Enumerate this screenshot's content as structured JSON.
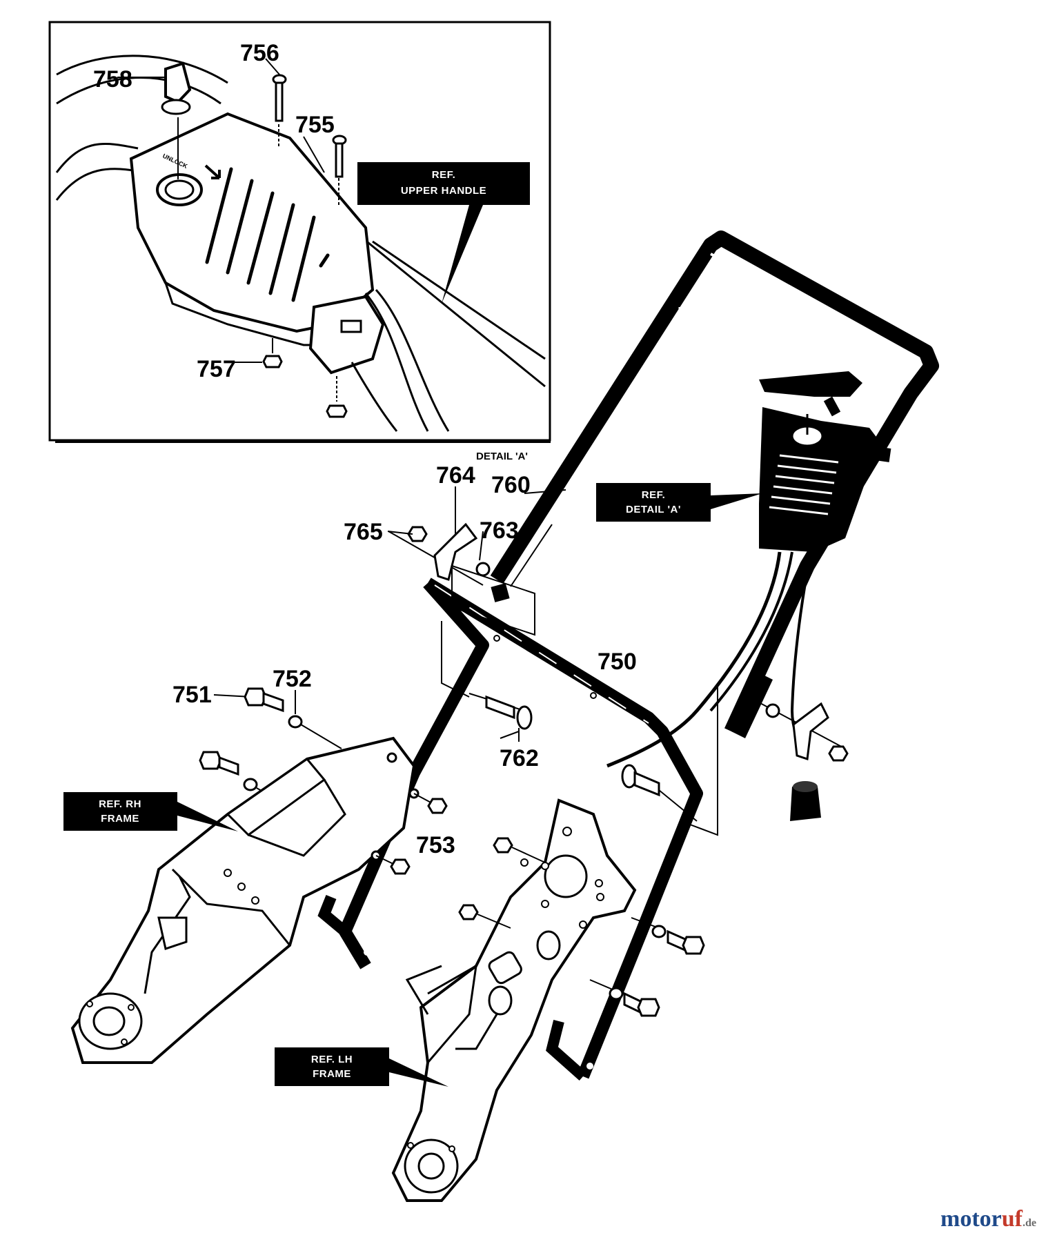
{
  "parts": {
    "p750": "750",
    "p751": "751",
    "p752": "752",
    "p753": "753",
    "p755": "755",
    "p756": "756",
    "p757": "757",
    "p758": "758",
    "p760": "760",
    "p762": "762",
    "p763": "763",
    "p764": "764",
    "p765": "765"
  },
  "refs": {
    "upper_handle": [
      "REF.",
      "UPPER HANDLE"
    ],
    "detail_a": [
      "REF.",
      "DETAIL 'A'"
    ],
    "rh_frame": [
      "REF. RH",
      "FRAME"
    ],
    "lh_frame": [
      "REF. LH",
      "FRAME"
    ]
  },
  "detail_caption": "DETAIL 'A'",
  "unlock_label": "UNLOCK",
  "watermark": {
    "part1": "motor",
    "part2": "uf",
    "suffix": ".de"
  }
}
